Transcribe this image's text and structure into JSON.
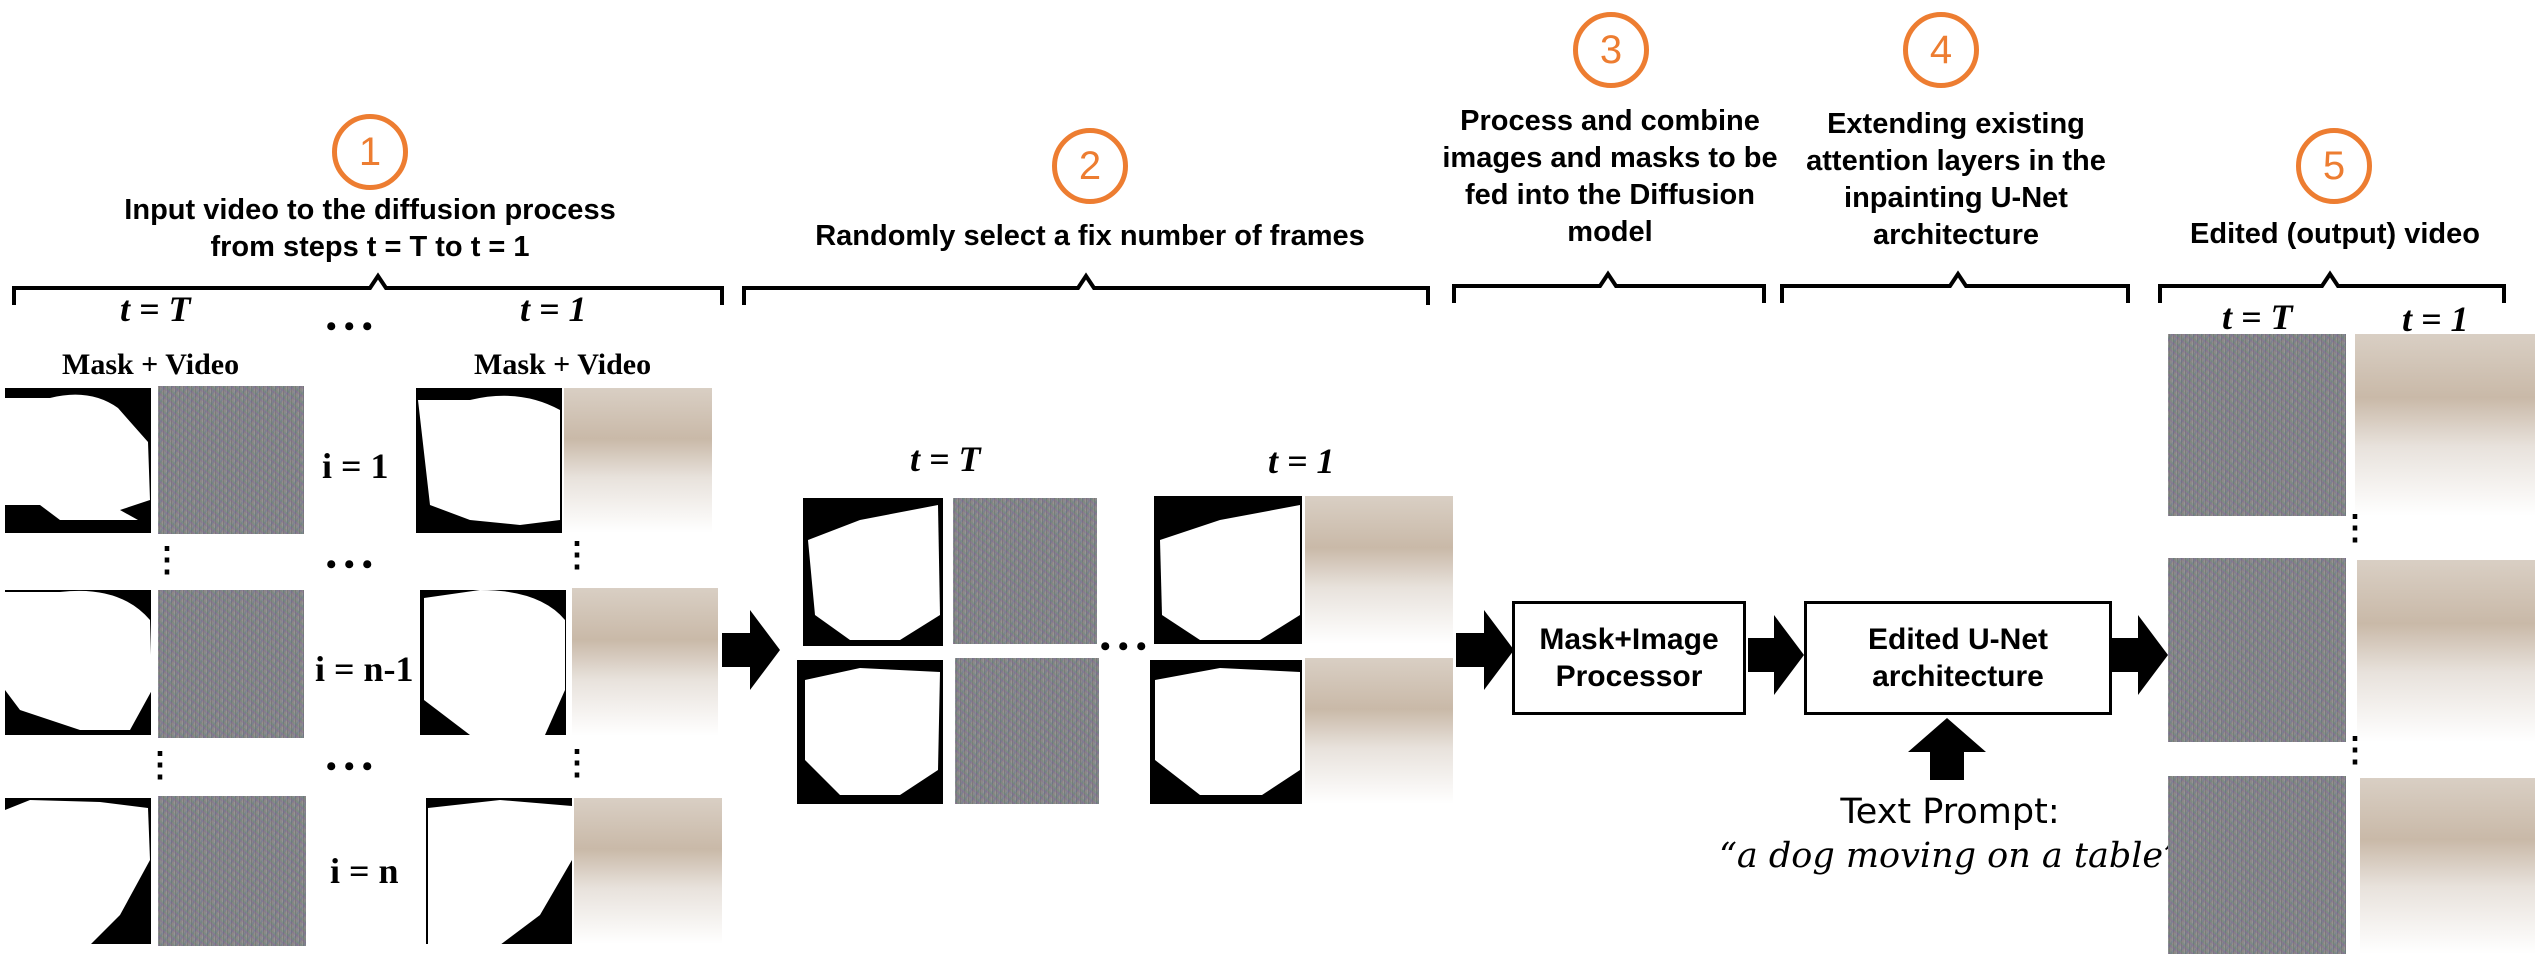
{
  "steps": [
    {
      "num": "1",
      "title": "Input video to the diffusion process from steps t = T to t = 1"
    },
    {
      "num": "2",
      "title": "Randomly select a fix number of frames"
    },
    {
      "num": "3",
      "title": "Process and combine images and masks to be fed into the Diffusion model"
    },
    {
      "num": "4",
      "title": "Extending existing attention layers in the inpainting U-Net architecture"
    },
    {
      "num": "5",
      "title": "Edited (output) video"
    }
  ],
  "labels": {
    "t_T": "t = T",
    "t_1": "t = 1",
    "mask_video": "Mask + Video",
    "i_1": "i = 1",
    "i_n_1": "i = n-1",
    "i_n": "i = n",
    "ellipsis": "• • •",
    "vdots": "⋮"
  },
  "boxes": {
    "processor": "Mask+Image Processor",
    "unet": "Edited U-Net architecture"
  },
  "prompt": {
    "label": "Text Prompt:",
    "text": "“a dog moving on a table”"
  }
}
